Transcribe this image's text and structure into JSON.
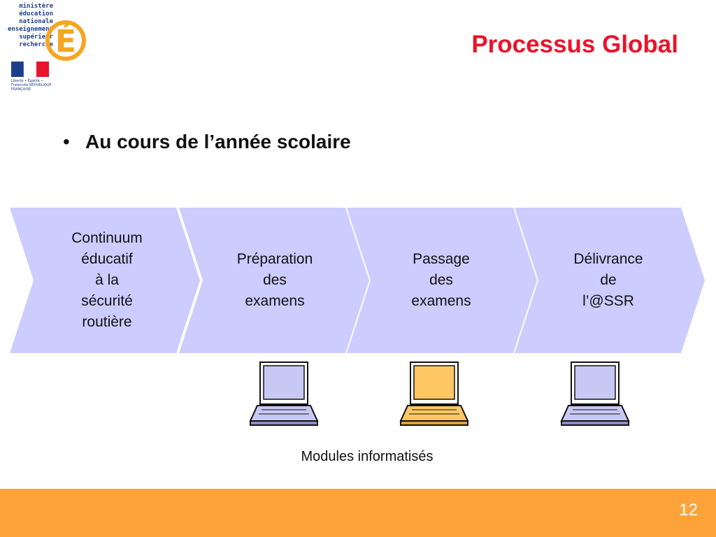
{
  "logo": {
    "lines": "ministère\néducation\nnationale\nenseignement\nsupérieur\nrecherche",
    "letter": "É",
    "flag_caption": "Liberté • Égalité • Fraternité RÉPUBLIQUE FRANÇAISE"
  },
  "slide": {
    "title": "Processus Global",
    "bullet": "Au cours de l’année scolaire",
    "bullet_symbol": "•",
    "steps": [
      {
        "label": "Continuum\néducatif\nà la\nsécurité\nroutière"
      },
      {
        "label": "Préparation\ndes\nexamens"
      },
      {
        "label": "Passage\ndes\nexamens"
      },
      {
        "label": "Délivrance\nde\nl’@SSR"
      }
    ],
    "modules_label": "Modules informatisés",
    "page_number": "12"
  },
  "colors": {
    "title": "#e8142b",
    "chevron_fill": "#ccccff",
    "laptop_blue": "#c8c8f5",
    "laptop_orange": "#ffc864",
    "footer": "#fea339",
    "logo_blue": "#1b3f8a",
    "logo_orange": "#f5a623"
  }
}
